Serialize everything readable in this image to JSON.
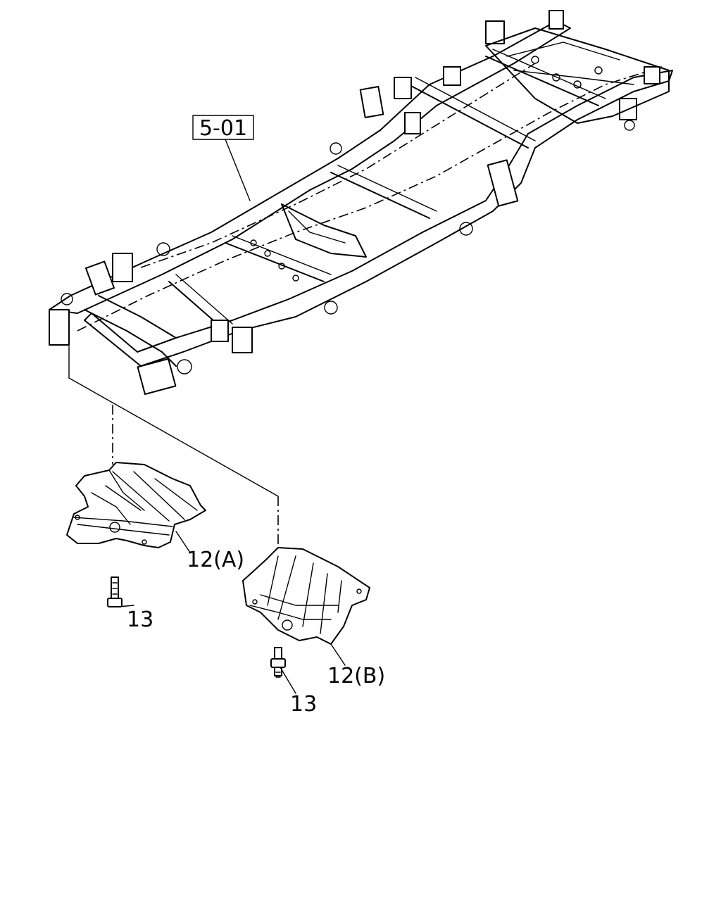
{
  "diagram": {
    "callouts": {
      "frame": "5-01",
      "guard_a": "12(A)",
      "guard_b": "12(B)",
      "bolt_a": "13",
      "bolt_b": "13"
    }
  }
}
